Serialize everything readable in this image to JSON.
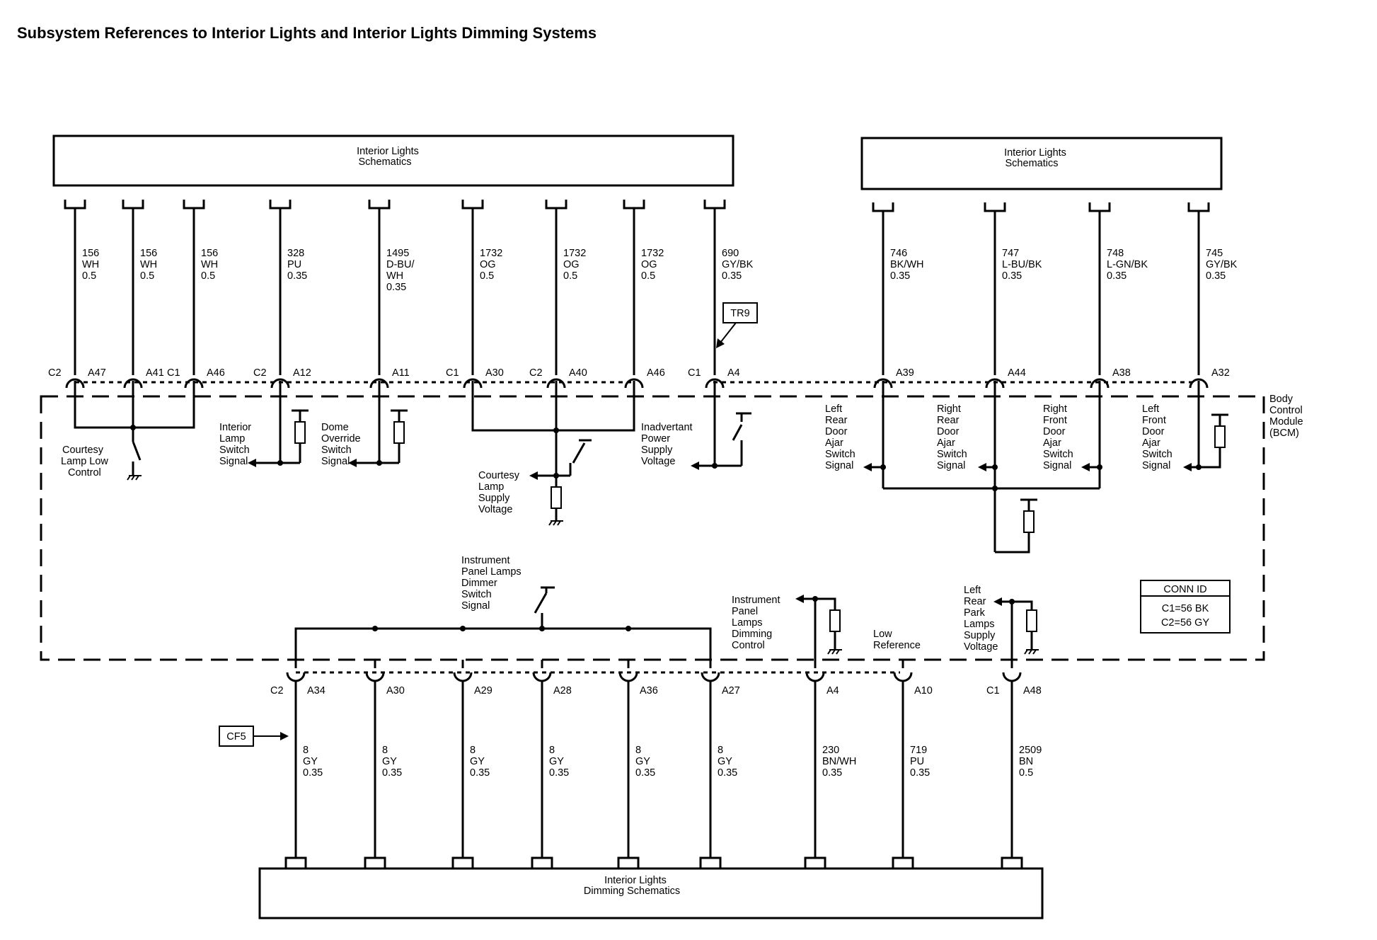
{
  "title": "Subsystem References to Interior Lights and Interior Lights Dimming Systems",
  "boxes": {
    "top_left": [
      "Interior Lights",
      "Schematics"
    ],
    "top_right": [
      "Interior Lights",
      "Schematics"
    ],
    "bottom": [
      "Interior Lights",
      "Dimming Schematics"
    ],
    "bcm": [
      "Body",
      "Control",
      "Module",
      "(BCM)"
    ]
  },
  "conn_id": {
    "title": "CONN ID",
    "c1": "C1=56 BK",
    "c2": "C2=56 GY"
  },
  "refs": {
    "tr9": "TR9",
    "cf5": "CF5"
  },
  "top_wires": [
    {
      "circuit": "156",
      "color": "WH",
      "size": "0.5",
      "conn": "C2",
      "pin": "A47"
    },
    {
      "circuit": "156",
      "color": "WH",
      "size": "0.5",
      "conn": "",
      "pin": "A41"
    },
    {
      "circuit": "156",
      "color": "WH",
      "size": "0.5",
      "conn": "C1",
      "pin": "A46"
    },
    {
      "circuit": "328",
      "color": "PU",
      "size": "0.35",
      "conn": "C2",
      "pin": "A12"
    },
    {
      "circuit": "1495",
      "color": "D-BU/",
      "color2": "WH",
      "size": "0.35",
      "conn": "",
      "pin": "A11"
    },
    {
      "circuit": "1732",
      "color": "OG",
      "size": "0.5",
      "conn": "C1",
      "pin": "A30"
    },
    {
      "circuit": "1732",
      "color": "OG",
      "size": "0.5",
      "conn": "C2",
      "pin": "A40"
    },
    {
      "circuit": "1732",
      "color": "OG",
      "size": "0.5",
      "conn": "",
      "pin": "A46"
    },
    {
      "circuit": "690",
      "color": "GY/BK",
      "size": "0.35",
      "conn": "C1",
      "pin": "A4"
    },
    {
      "circuit": "746",
      "color": "BK/WH",
      "size": "0.35",
      "conn": "",
      "pin": "A39"
    },
    {
      "circuit": "747",
      "color": "L-BU/BK",
      "size": "0.35",
      "conn": "",
      "pin": "A44"
    },
    {
      "circuit": "748",
      "color": "L-GN/BK",
      "size": "0.35",
      "conn": "",
      "pin": "A38"
    },
    {
      "circuit": "745",
      "color": "GY/BK",
      "size": "0.35",
      "conn": "",
      "pin": "A32"
    }
  ],
  "bottom_wires": [
    {
      "circuit": "8",
      "color": "GY",
      "size": "0.35",
      "conn": "C2",
      "pin": "A34"
    },
    {
      "circuit": "8",
      "color": "GY",
      "size": "0.35",
      "conn": "",
      "pin": "A30"
    },
    {
      "circuit": "8",
      "color": "GY",
      "size": "0.35",
      "conn": "",
      "pin": "A29"
    },
    {
      "circuit": "8",
      "color": "GY",
      "size": "0.35",
      "conn": "",
      "pin": "A28"
    },
    {
      "circuit": "8",
      "color": "GY",
      "size": "0.35",
      "conn": "",
      "pin": "A36"
    },
    {
      "circuit": "8",
      "color": "GY",
      "size": "0.35",
      "conn": "",
      "pin": "A27"
    },
    {
      "circuit": "230",
      "color": "BN/WH",
      "size": "0.35",
      "conn": "",
      "pin": "A4"
    },
    {
      "circuit": "719",
      "color": "PU",
      "size": "0.35",
      "conn": "",
      "pin": "A10"
    },
    {
      "circuit": "2509",
      "color": "BN",
      "size": "0.5",
      "conn": "C1",
      "pin": "A48"
    }
  ],
  "signals": {
    "courtesy_low": [
      "Courtesy",
      "Lamp Low",
      "Control"
    ],
    "interior_switch": [
      "Interior",
      "Lamp",
      "Switch",
      "Signal"
    ],
    "dome_override": [
      "Dome",
      "Override",
      "Switch",
      "Signal"
    ],
    "courtesy_supply": [
      "Courtesy",
      "Lamp",
      "Supply",
      "Voltage"
    ],
    "inadvertant": [
      "Inadvertant",
      "Power",
      "Supply",
      "Voltage"
    ],
    "lr_door": [
      "Left",
      "Rear",
      "Door",
      "Ajar",
      "Switch",
      "Signal"
    ],
    "rr_door": [
      "Right",
      "Rear",
      "Door",
      "Ajar",
      "Switch",
      "Signal"
    ],
    "rf_door": [
      "Right",
      "Front",
      "Door",
      "Ajar",
      "Switch",
      "Signal"
    ],
    "lf_door": [
      "Left",
      "Front",
      "Door",
      "Ajar",
      "Switch",
      "Signal"
    ],
    "ip_dimmer": [
      "Instrument",
      "Panel Lamps",
      "Dimmer",
      "Switch",
      "Signal"
    ],
    "ip_dimming": [
      "Instrument",
      "Panel",
      "Lamps",
      "Dimming",
      "Control"
    ],
    "low_ref": [
      "Low",
      "Reference"
    ],
    "lr_park": [
      "Left",
      "Rear",
      "Park",
      "Lamps",
      "Supply",
      "Voltage"
    ]
  }
}
